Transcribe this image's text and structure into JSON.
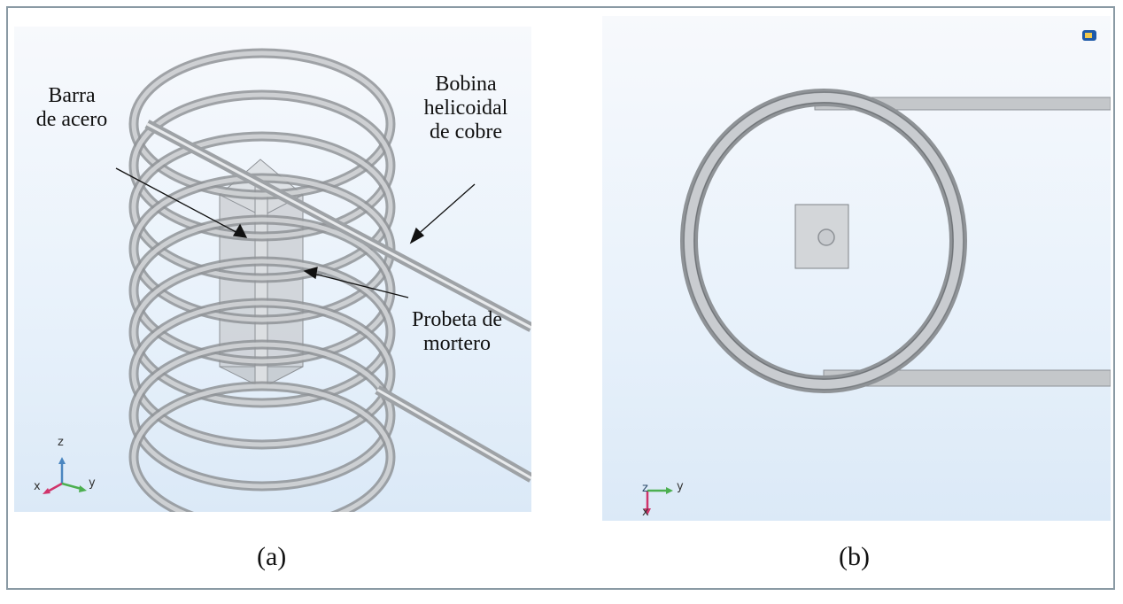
{
  "figure": {
    "panel_a": {
      "caption": "(a)",
      "annotations": {
        "steel_bar": [
          "Barra",
          "de acero"
        ],
        "copper_coil": [
          "Bobina",
          "helicoidal",
          "de cobre"
        ],
        "mortar_specimen": [
          "Probeta de",
          "mortero"
        ]
      },
      "axes": {
        "x": "x",
        "y": "y",
        "z": "z"
      },
      "view": "isometric"
    },
    "panel_b": {
      "caption": "(b)",
      "axes": {
        "x": "x",
        "y": "y",
        "z": "z"
      },
      "view": "top"
    },
    "colors": {
      "frame": "#8a9aa4",
      "coil": "#a9acb0",
      "axis_x": "#d0346b",
      "axis_y": "#4caf50",
      "axis_z": "#4a86c0"
    }
  }
}
